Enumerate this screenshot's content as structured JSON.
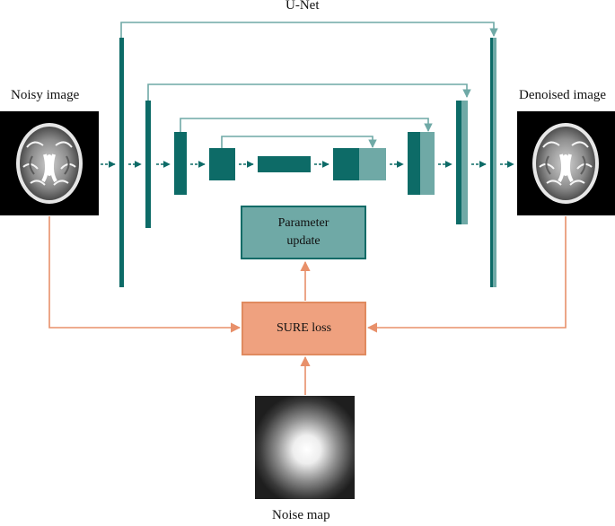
{
  "title": "U-Net",
  "input": {
    "label": "Noisy image"
  },
  "output": {
    "label": "Denoised image"
  },
  "param_box": {
    "line1": "Parameter",
    "line2": "update"
  },
  "loss_box": {
    "label": "SURE loss"
  },
  "noise": {
    "label": "Noise map"
  },
  "colors": {
    "unet_dark": "#0d6b67",
    "unet_light": "#6fa9a6",
    "param_fill": "#6fa9a6",
    "param_border": "#0d6b67",
    "loss_fill": "#efa17f",
    "loss_border": "#e08a5f",
    "orange_arrow": "#e8906a"
  },
  "icons": [
    "mri-brain-image",
    "noise-map-image"
  ]
}
